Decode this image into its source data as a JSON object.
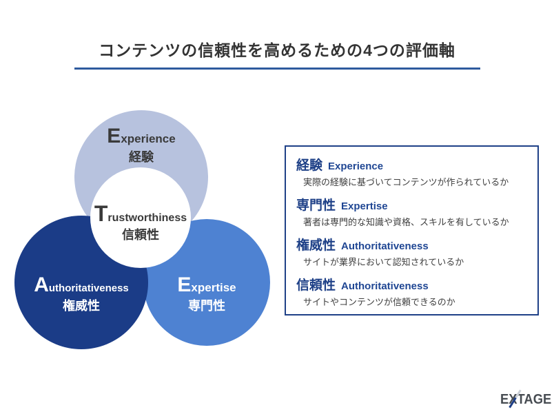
{
  "title": {
    "text": "コンテンツの信頼性を高めるための4つの評価軸",
    "text_color": "#333333",
    "underline_color": "#2e5a9e"
  },
  "venn": {
    "experience": {
      "en_initial": "E",
      "en_rest": "xperience",
      "jp": "経験",
      "color": "#b7c2de",
      "text_color": "#3a3a3a"
    },
    "trustworthiness": {
      "en_initial": "T",
      "en_rest": "rustworthiness",
      "jp": "信頼性",
      "color": "#ffffff",
      "text_color": "#3a3a3a"
    },
    "authoritativeness": {
      "en_initial": "A",
      "en_rest": "uthoritativeness",
      "jp": "権威性",
      "color": "#1b3c87",
      "text_color": "#ffffff"
    },
    "expertise": {
      "en_initial": "E",
      "en_rest": "xpertise",
      "jp": "専門性",
      "color": "#4e82d2",
      "text_color": "#ffffff"
    }
  },
  "legend": {
    "border_color": "#1e4087",
    "items": [
      {
        "jp": "経験",
        "en": "Experience",
        "desc": "実際の経験に基づいてコンテンツが作られているか"
      },
      {
        "jp": "専門性",
        "en": "Expertise",
        "desc": "著者は専門的な知識や資格、スキルを有しているか"
      },
      {
        "jp": "権威性",
        "en": "Authoritativeness",
        "desc": "サイトが業界において認知されているか"
      },
      {
        "jp": "信頼性",
        "en": "Authoritativeness",
        "desc": "サイトやコンテンツが信頼できるのか"
      }
    ]
  },
  "logo": {
    "text": "EXTAGE"
  }
}
